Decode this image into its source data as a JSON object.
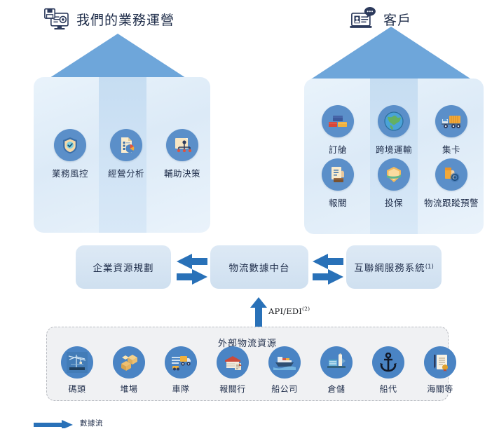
{
  "headers": [
    {
      "title": "我們的業務運營",
      "icon": "monitor-save-icon"
    },
    {
      "title": "客戶",
      "icon": "laptop-customer-chat-icon"
    }
  ],
  "left_panel": {
    "items": [
      {
        "label": "業務風控",
        "icon": "shield-check-icon"
      },
      {
        "label": "經營分析",
        "icon": "report-chart-icon"
      },
      {
        "label": "輔助決策",
        "icon": "decision-tree-icon"
      }
    ]
  },
  "right_panel": {
    "items": [
      {
        "label": "訂艙",
        "icon": "containers-icon"
      },
      {
        "label": "跨境運輸",
        "icon": "globe-icon"
      },
      {
        "label": "集卡",
        "icon": "container-truck-icon"
      },
      {
        "label": "報關",
        "icon": "customs-declaration-icon"
      },
      {
        "label": "投保",
        "icon": "insurance-shield-icon"
      },
      {
        "label": "物流跟蹤預警",
        "icon": "tracking-alert-icon"
      }
    ]
  },
  "mid_row": {
    "boxes": [
      {
        "label": "企業資源規劃",
        "sup": ""
      },
      {
        "label": "物流數據中台",
        "sup": ""
      },
      {
        "label": "互聯網服務系統",
        "sup": "(1)"
      }
    ]
  },
  "api": {
    "label": "API/EDI",
    "sup": "(2)"
  },
  "external": {
    "title": "外部物流資源",
    "items": [
      {
        "label": "碼頭",
        "icon": "port-crane-icon"
      },
      {
        "label": "堆場",
        "icon": "cargo-boxes-icon"
      },
      {
        "label": "車隊",
        "icon": "truck-fleet-icon"
      },
      {
        "label": "報關行",
        "icon": "customs-broker-icon"
      },
      {
        "label": "船公司",
        "icon": "cargo-ship-icon"
      },
      {
        "label": "倉儲",
        "icon": "warehouse-icon"
      },
      {
        "label": "船代",
        "icon": "anchor-icon"
      },
      {
        "label": "海關等",
        "icon": "certificate-icon"
      }
    ]
  },
  "legend": {
    "label": "數據流",
    "icon": "arrow-right-icon"
  },
  "colors": {
    "arrow_big": "#6ea6da",
    "arrow_flow": "#2971b8",
    "panel_light": "#e4eff9",
    "panel_band": "#c6ddf2",
    "disc_blue": "#5b8fc9",
    "ext_disc_blue": "#4a84c4",
    "text_dark": "#1f2d4a",
    "dashed_border": "#b9bcc2",
    "ext_bg": "#f0f1f3"
  }
}
